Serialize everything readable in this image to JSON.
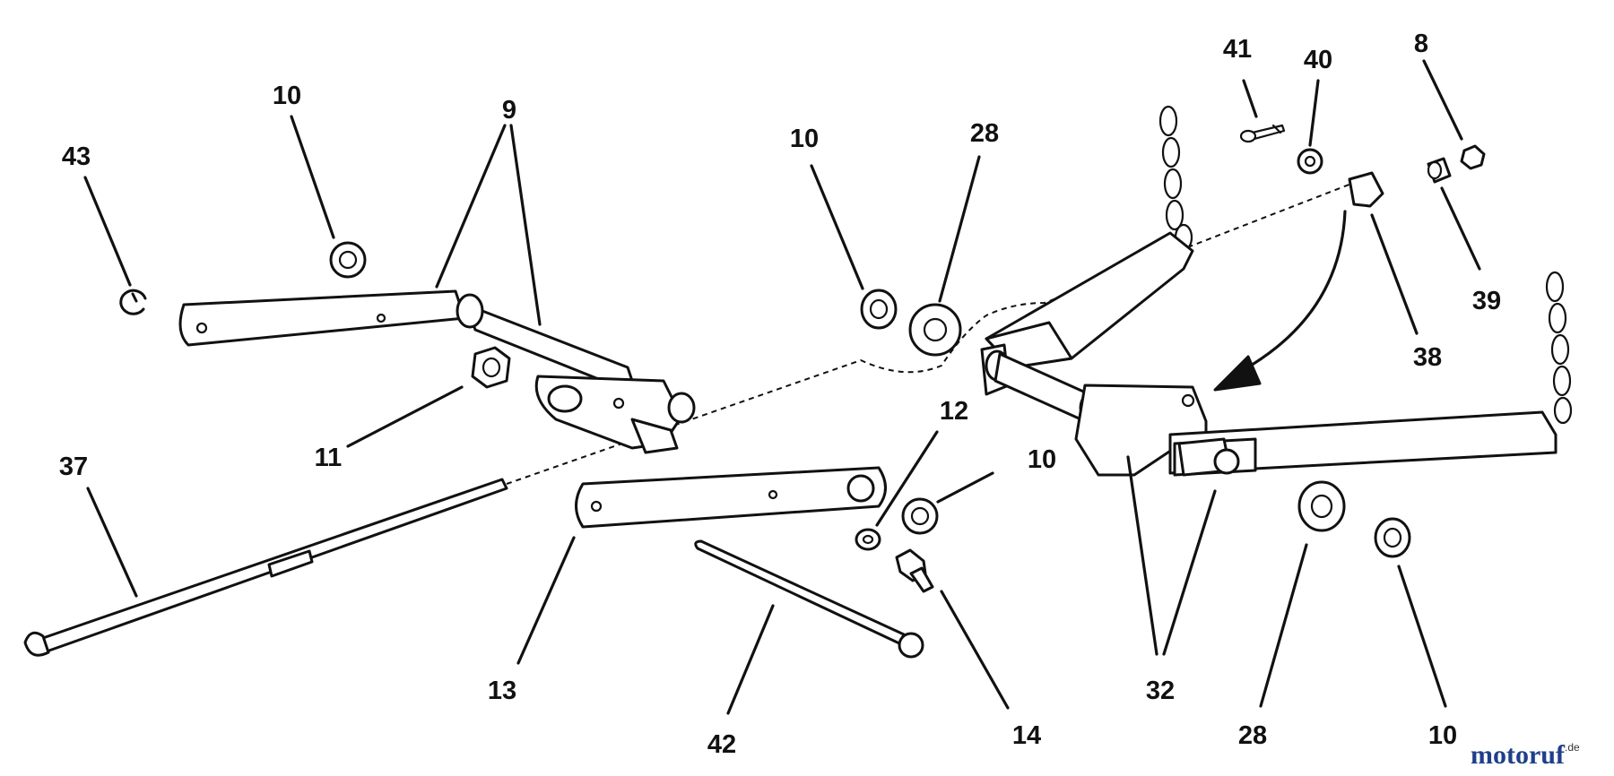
{
  "callouts": [
    {
      "id": "c43",
      "text": "43"
    },
    {
      "id": "c10a",
      "text": "10"
    },
    {
      "id": "c9",
      "text": "9"
    },
    {
      "id": "c11",
      "text": "11"
    },
    {
      "id": "c37",
      "text": "37"
    },
    {
      "id": "c13",
      "text": "13"
    },
    {
      "id": "c42",
      "text": "42"
    },
    {
      "id": "c12",
      "text": "12"
    },
    {
      "id": "c10b",
      "text": "10"
    },
    {
      "id": "c14",
      "text": "14"
    },
    {
      "id": "c10c",
      "text": "10"
    },
    {
      "id": "c28a",
      "text": "28"
    },
    {
      "id": "c41",
      "text": "41"
    },
    {
      "id": "c40",
      "text": "40"
    },
    {
      "id": "c8",
      "text": "8"
    },
    {
      "id": "c38",
      "text": "38"
    },
    {
      "id": "c39",
      "text": "39"
    },
    {
      "id": "c32",
      "text": "32"
    },
    {
      "id": "c28b",
      "text": "28"
    },
    {
      "id": "c10d",
      "text": "10"
    }
  ],
  "watermark": {
    "brand": "motoruf",
    "suffix": ".de",
    "brand_color": "#1f3f8a",
    "suffix_color": "#333333"
  },
  "line_color": "#111111",
  "background": "#ffffff"
}
